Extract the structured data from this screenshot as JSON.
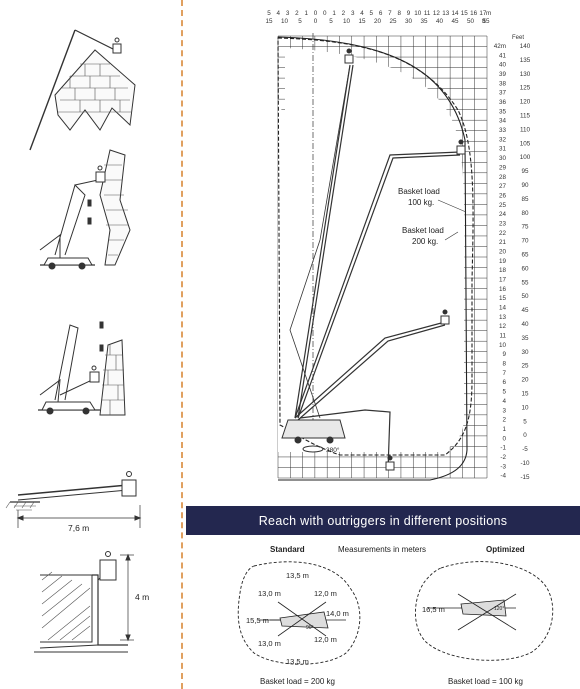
{
  "reach_chart": {
    "top_units_m": "m",
    "top_units_ft": "ft",
    "top_scale_m": [
      "5",
      "4",
      "3",
      "2",
      "1",
      "0",
      "0",
      "1",
      "2",
      "3",
      "4",
      "5",
      "6",
      "7",
      "8",
      "9",
      "10",
      "11",
      "12",
      "13",
      "14",
      "15",
      "16",
      "17"
    ],
    "top_scale_ft": [
      "15",
      "10",
      "5",
      "0",
      "5",
      "10",
      "15",
      "20",
      "25",
      "30",
      "35",
      "40",
      "45",
      "50",
      "55"
    ],
    "height_m_labels": [
      "42m",
      "41",
      "40",
      "39",
      "38",
      "37",
      "36",
      "35",
      "34",
      "33",
      "32",
      "31",
      "30",
      "29",
      "28",
      "27",
      "26",
      "25",
      "24",
      "23",
      "22",
      "21",
      "20",
      "19",
      "18",
      "17",
      "16",
      "15",
      "14",
      "13",
      "12",
      "11",
      "10",
      "9",
      "8",
      "7",
      "6",
      "5",
      "4",
      "3",
      "2",
      "1",
      "0",
      "-1",
      "-2",
      "-3",
      "-4"
    ],
    "feet_header": "Feet",
    "height_ft_labels": [
      "140",
      "135",
      "130",
      "125",
      "120",
      "115",
      "110",
      "105",
      "100",
      "95",
      "90",
      "85",
      "80",
      "75",
      "70",
      "65",
      "60",
      "55",
      "50",
      "45",
      "40",
      "35",
      "30",
      "25",
      "20",
      "15",
      "10",
      "5",
      "0",
      "-5",
      "-10",
      "-15"
    ],
    "load_100_line1": "Basket load",
    "load_100_line2": "100 kg.",
    "load_200_line1": "Basket load",
    "load_200_line2": "200 kg.",
    "rotation_label": "380°"
  },
  "left_panel": {
    "reach_label": "7,6 m",
    "height_label": "4 m"
  },
  "banner": {
    "title": "Reach with outriggers in different positions"
  },
  "footprints": {
    "standard_title": "Standard",
    "measurements_note": "Measurements in meters",
    "optimized_title": "Optimized",
    "standard_dims": [
      "13,5 m",
      "13,0 m",
      "12,0 m",
      "15,5 m",
      "14,0 m",
      "13,0 m",
      "12,0 m",
      "13,5 m"
    ],
    "standard_angle": "90°",
    "optimized_dim": "16,5 m",
    "optimized_angle": "120°",
    "standard_load": "Basket load = 200 kg",
    "optimized_load": "Basket load = 100 kg"
  }
}
